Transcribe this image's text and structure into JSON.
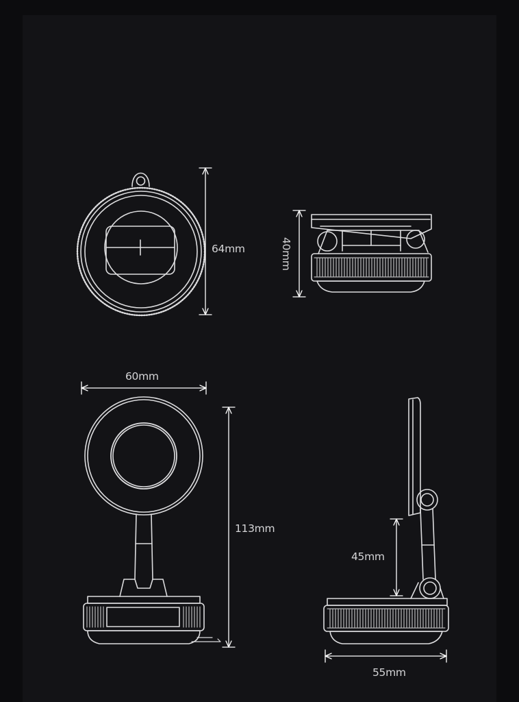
{
  "dimensions": {
    "front_view_height": "64mm",
    "side_view_height": "40mm",
    "stand_width": "60mm",
    "stand_height": "113mm",
    "arm_length": "45mm",
    "base_depth": "55mm"
  },
  "colors": {
    "background": "#0c0c0e",
    "panel": "#131316",
    "line": "#dcdcde",
    "dim_line": "#ffffff"
  }
}
